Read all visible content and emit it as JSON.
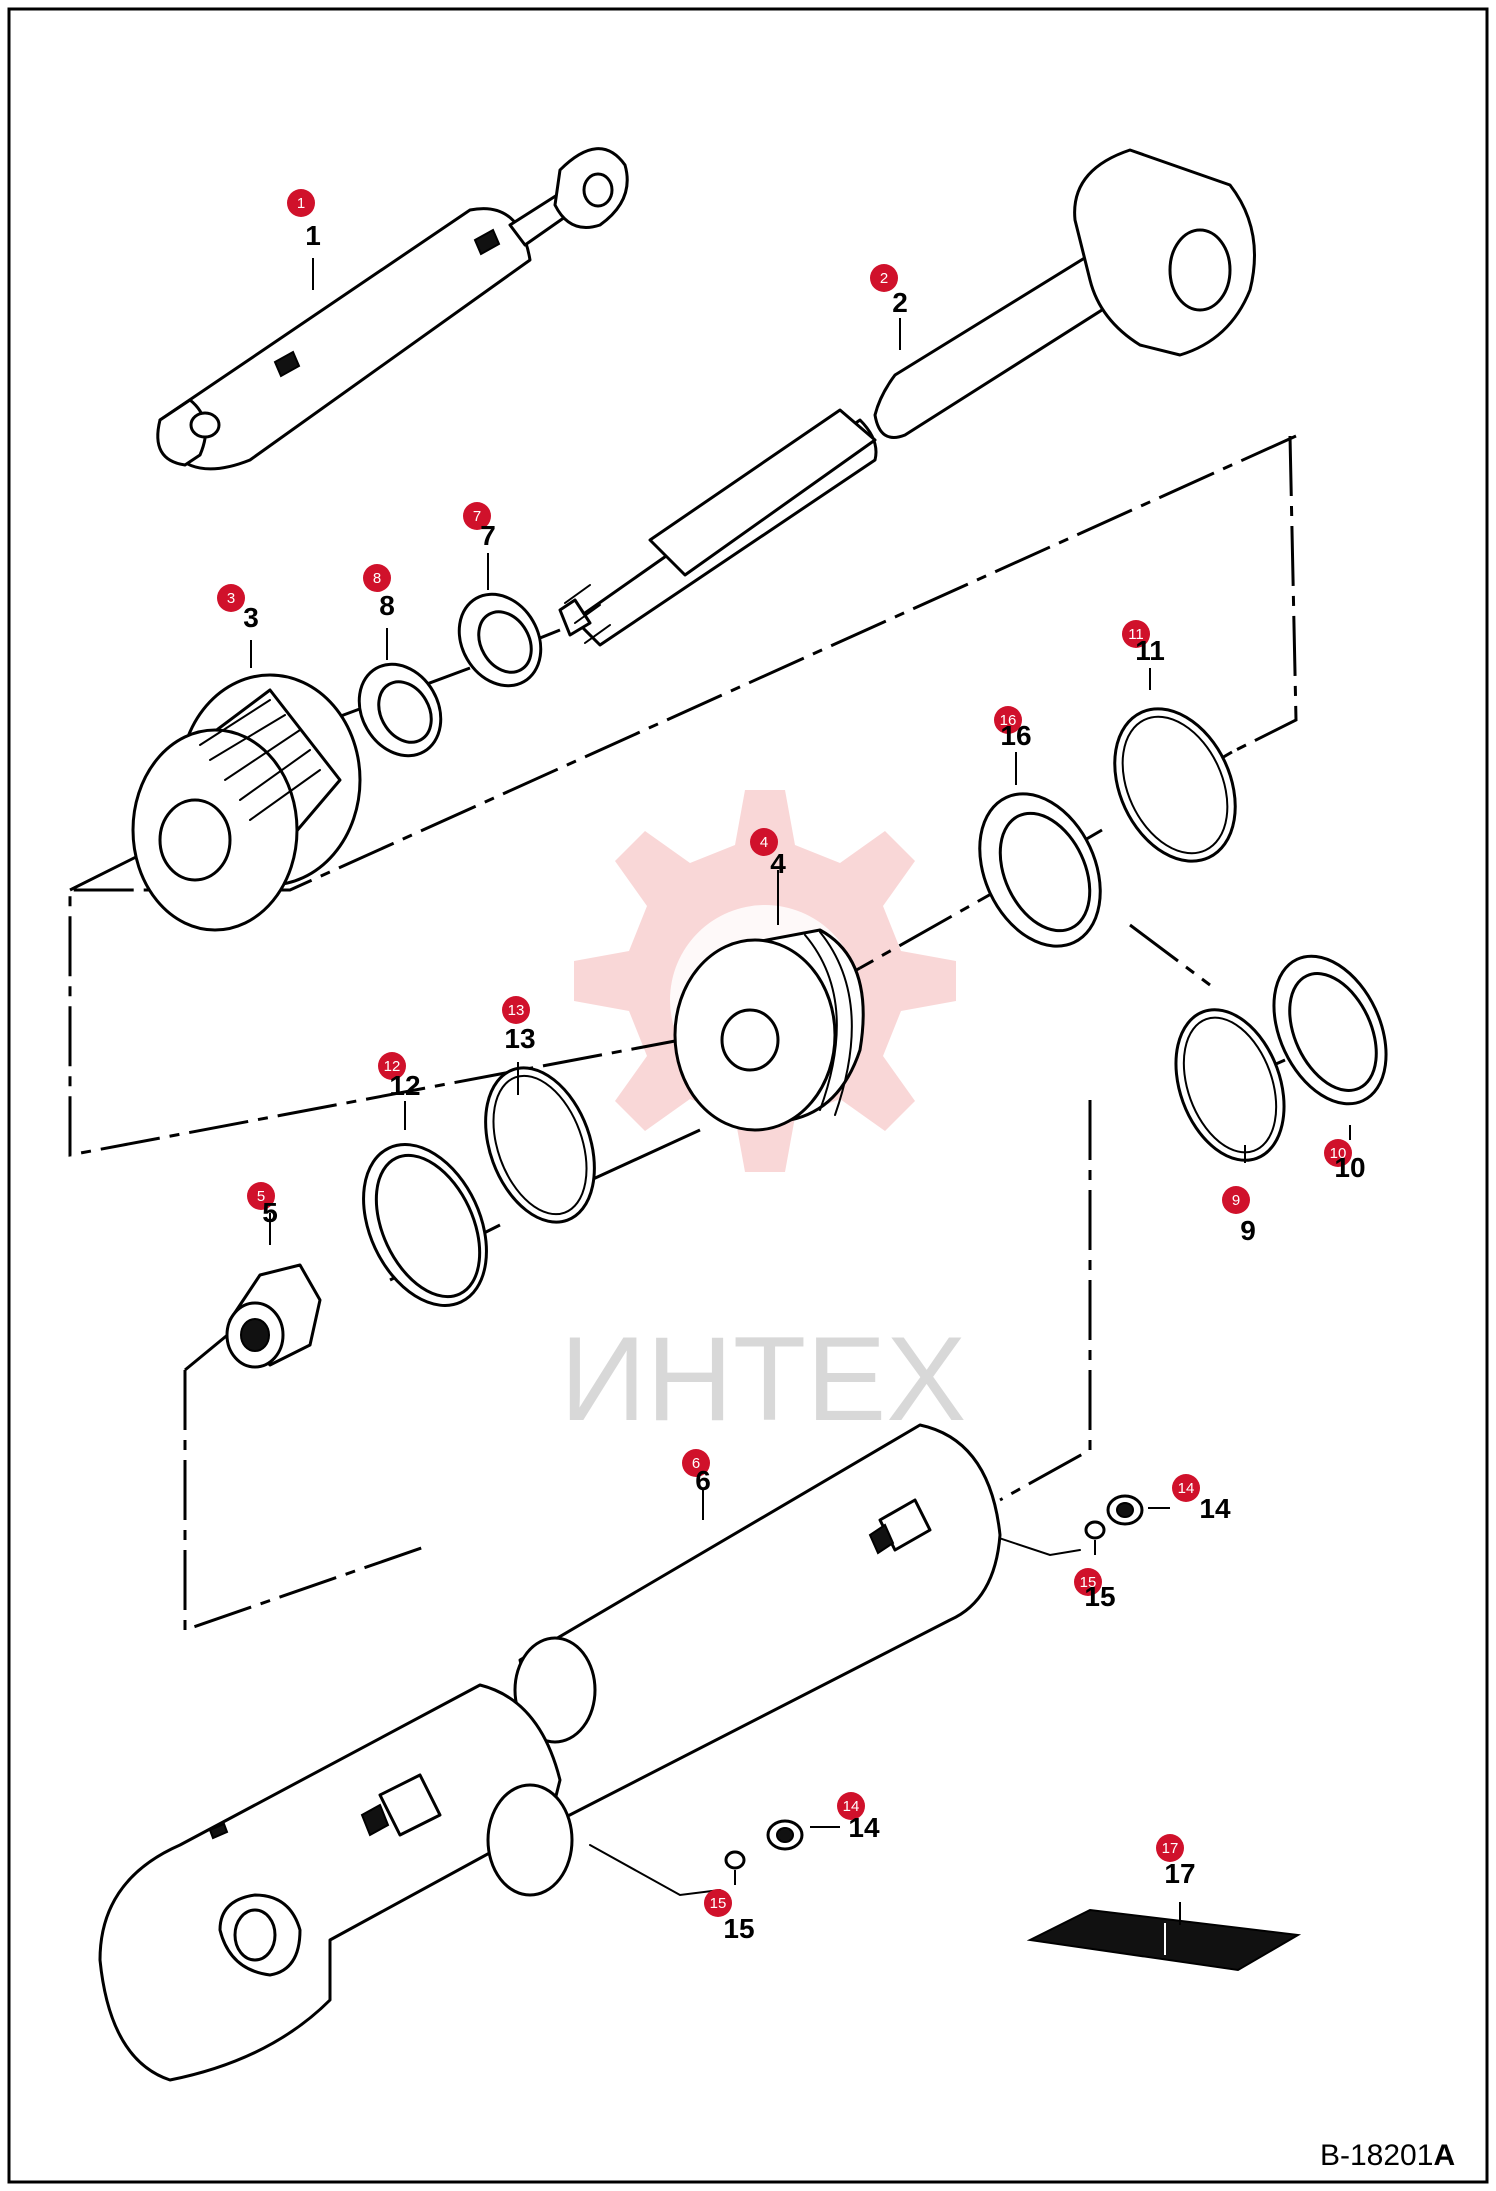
{
  "drawing": {
    "code": "B-18201",
    "revision": "A",
    "watermark": "ИНТЕХ"
  },
  "callouts": [
    {
      "id": "c1",
      "label": "1",
      "badge": "1"
    },
    {
      "id": "c2",
      "label": "2",
      "badge": "2"
    },
    {
      "id": "c3",
      "label": "3",
      "badge": "3"
    },
    {
      "id": "c4",
      "label": "4",
      "badge": "4"
    },
    {
      "id": "c5",
      "label": "5",
      "badge": "5"
    },
    {
      "id": "c6",
      "label": "6",
      "badge": "6"
    },
    {
      "id": "c7",
      "label": "7",
      "badge": "7"
    },
    {
      "id": "c8",
      "label": "8",
      "badge": "8"
    },
    {
      "id": "c9",
      "label": "9",
      "badge": "9"
    },
    {
      "id": "c10",
      "label": "10",
      "badge": "10"
    },
    {
      "id": "c11",
      "label": "11",
      "badge": "11"
    },
    {
      "id": "c12",
      "label": "12",
      "badge": "12"
    },
    {
      "id": "c13",
      "label": "13",
      "badge": "13"
    },
    {
      "id": "c14a",
      "label": "14",
      "badge": "14"
    },
    {
      "id": "c15a",
      "label": "15",
      "badge": "15"
    },
    {
      "id": "c14b",
      "label": "14",
      "badge": "14"
    },
    {
      "id": "c15b",
      "label": "15",
      "badge": "15"
    },
    {
      "id": "c16",
      "label": "16",
      "badge": "16"
    },
    {
      "id": "c17",
      "label": "17",
      "badge": "17"
    }
  ],
  "colors": {
    "badge": "#d0112b",
    "watermark": "#f4b6b6"
  }
}
